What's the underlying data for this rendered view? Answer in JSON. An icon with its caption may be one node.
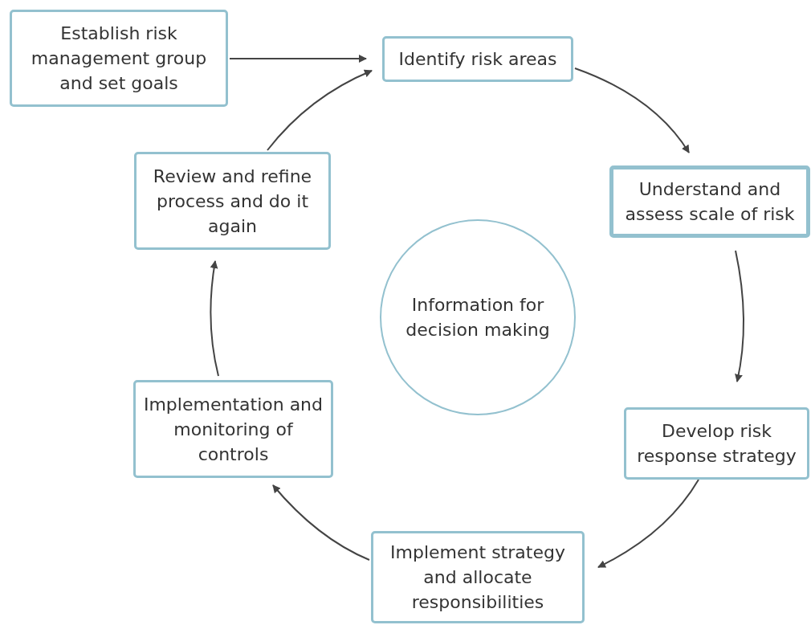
{
  "diagram": {
    "nodes": [
      {
        "text": [
          "Establish risk management group and set goals"
        ]
      },
      {
        "text": [
          "Identify risk areas"
        ]
      },
      {
        "text": [
          "Understand and assess scale of risk"
        ]
      },
      {
        "text": [
          "Develop risk response strategy"
        ]
      },
      {
        "text": [
          "Implement strategy and allocate responsibilities"
        ]
      },
      {
        "text": [
          "Implementation and monitoring of controls"
        ]
      },
      {
        "text": [
          "Review and refine process and do it again"
        ]
      },
      {
        "text": [
          "Information for decision making"
        ]
      }
    ],
    "edges": [
      {
        "from": 0,
        "to": 1,
        "arrow": "to"
      },
      {
        "from": 1,
        "to": 2,
        "arrow": "to"
      },
      {
        "from": 2,
        "to": 3,
        "arrow": "to"
      },
      {
        "from": 3,
        "to": 4,
        "arrow": "to"
      },
      {
        "from": 4,
        "to": 5,
        "arrow": "to"
      },
      {
        "from": 5,
        "to": 6,
        "arrow": "to"
      },
      {
        "from": 6,
        "to": 1,
        "arrow": "to"
      }
    ]
  }
}
